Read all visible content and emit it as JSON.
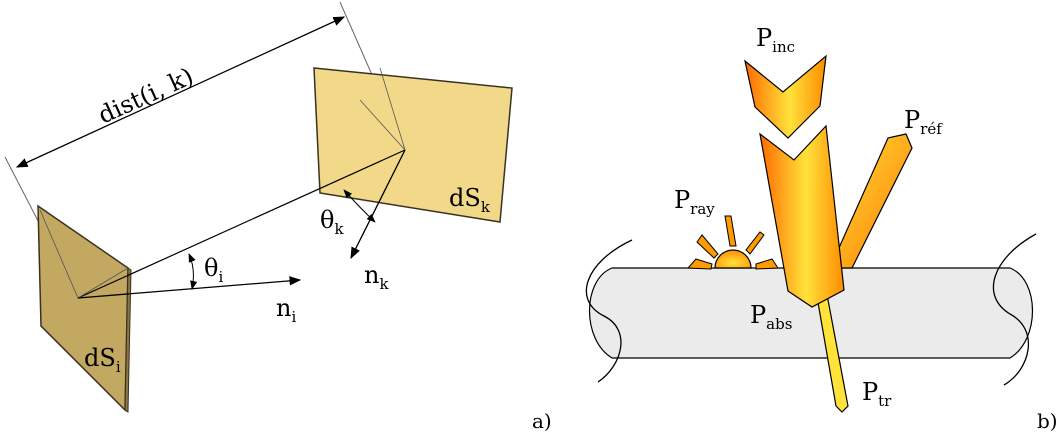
{
  "panel_a": {
    "dist_label": "dist(i, k)",
    "surface_i": {
      "main": "dS",
      "sub": "i"
    },
    "surface_k": {
      "main": "dS",
      "sub": "k"
    },
    "theta_i": {
      "main": "θ",
      "sub": "i"
    },
    "theta_k": {
      "main": "θ",
      "sub": "k"
    },
    "normal_i": {
      "main": "n",
      "sub": "i"
    },
    "normal_k": {
      "main": "n",
      "sub": "k"
    },
    "panel_letter": "a)",
    "colors": {
      "surface_i": "#c2a860",
      "surface_k": "#f2d98a"
    }
  },
  "panel_b": {
    "p_inc": {
      "main": "P",
      "sub": "inc"
    },
    "p_ref": {
      "main": "P",
      "sub": "réf"
    },
    "p_ray": {
      "main": "P",
      "sub": "ray"
    },
    "p_abs": {
      "main": "P",
      "sub": "abs"
    },
    "p_tr": {
      "main": "P",
      "sub": "tr"
    },
    "panel_letter": "b)",
    "colors": {
      "beam_light": "#ffe23a",
      "beam_dark": "#ff7a00",
      "slab": "#ebebeb"
    }
  }
}
